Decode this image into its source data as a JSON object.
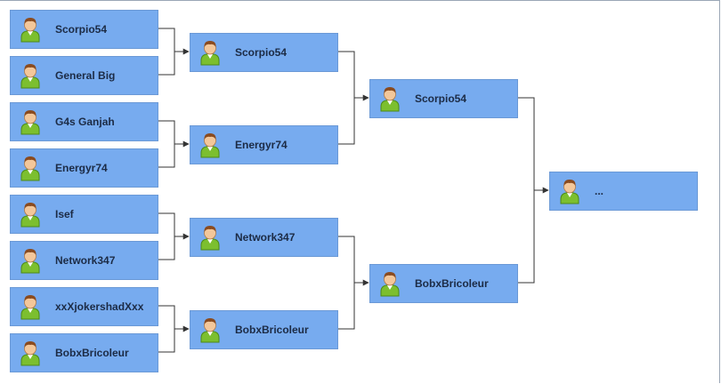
{
  "bracket": {
    "round1": [
      "Scorpio54",
      "General Big",
      "G4s Ganjah",
      "Energyr74",
      "Isef",
      "Network347",
      "xxXjokershadXxx",
      "BobxBricoleur"
    ],
    "round2": [
      "Scorpio54",
      "Energyr74",
      "Network347",
      "BobxBricoleur"
    ],
    "round3": [
      "Scorpio54",
      "BobxBricoleur"
    ],
    "final": "..."
  },
  "icons": {
    "player": "user-avatar-icon"
  },
  "colors": {
    "box_fill": "#77abef",
    "box_border": "#6b99d6",
    "connector": "#333333"
  }
}
